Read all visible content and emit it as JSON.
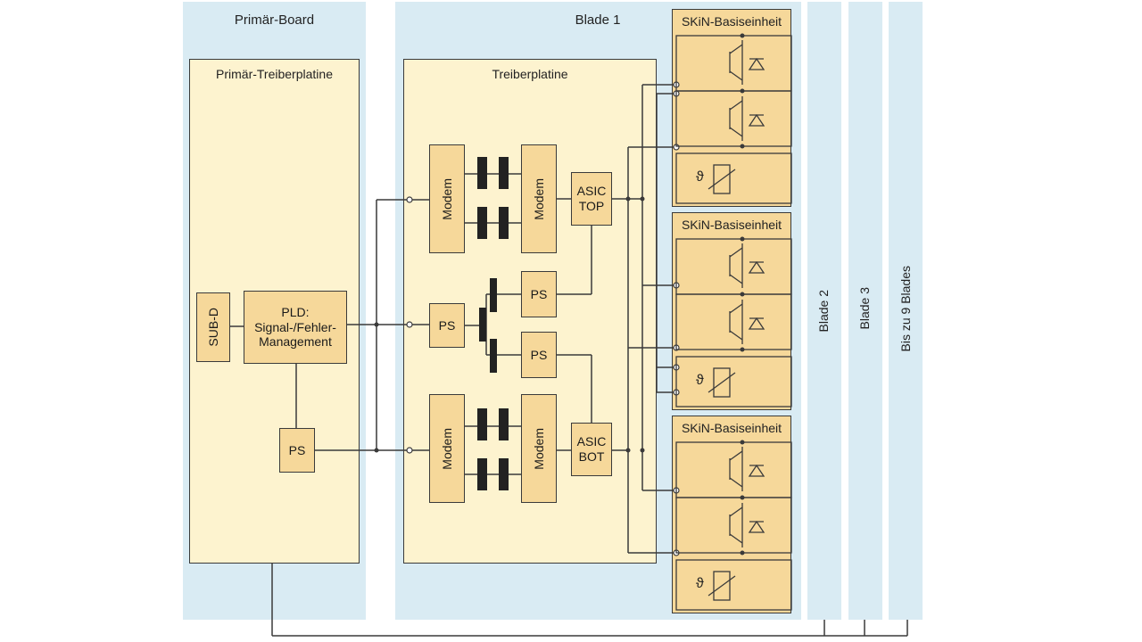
{
  "labels": {
    "primaer_board": "Primär-Board",
    "blade1": "Blade 1",
    "primaer_treiber": "Primär-Treiberplatine",
    "treiberplatine": "Treiberplatine",
    "skin": "SKiN-Basiseinheit",
    "subd": "SUB-D",
    "pld": "PLD:\nSignal-/Fehler-\nManagement",
    "ps": "PS",
    "modem": "Modem",
    "asic_top": "ASIC\nTOP",
    "asic_bot": "ASIC\nBOT",
    "blade2": "Blade 2",
    "blade3": "Blade 3",
    "blade9": "Bis zu 9 Blades",
    "theta": "ϑ"
  },
  "colors": {
    "panel": "#d9ebf3",
    "board": "#fdf3cf",
    "block": "#f6d89a",
    "line": "#3a3a3a"
  }
}
